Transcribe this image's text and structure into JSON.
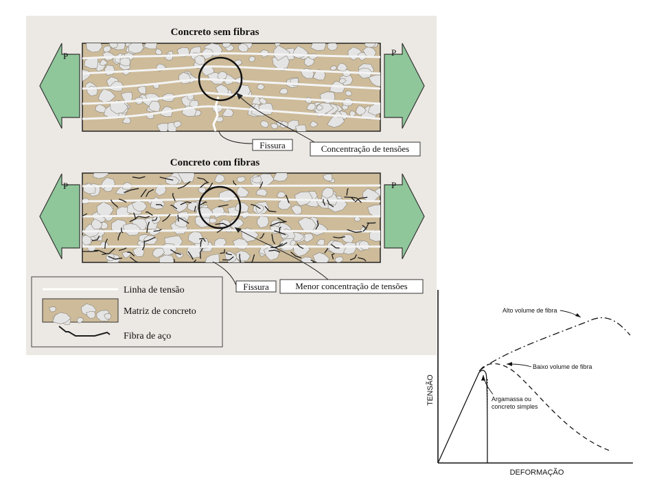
{
  "diagram": {
    "top_panel": {
      "title": "Concreto sem fibras",
      "load_left": "P",
      "load_right": "P",
      "callout_crack": "Fissura",
      "callout_stress": "Concentração de tensões"
    },
    "bottom_panel": {
      "title": "Concreto com fibras",
      "load_left": "P",
      "load_right": "P",
      "callout_crack": "Fissura",
      "callout_stress": "Menor concentração de tensões"
    },
    "legend": {
      "stress_line": "Linha de tensão",
      "matrix": "Matriz de concreto",
      "fiber": "Fibra de aço"
    },
    "colors": {
      "arrow_fill": "#8fc79a",
      "matrix": "#cdbb9a",
      "aggregate": "#e4e4e4",
      "stress_line": "#f4f4f4",
      "fiber": "#1c1c1c",
      "panel_bg": "#ece8e3"
    }
  },
  "graph": {
    "ylabel": "TENSÃO",
    "xlabel": "DEFORMAÇÃO",
    "curves": {
      "high": "Alto volume de fibra",
      "low": "Baixo volume de fibra",
      "plain_line1": "Argamassa ou",
      "plain_line2": "concreto simples"
    }
  }
}
